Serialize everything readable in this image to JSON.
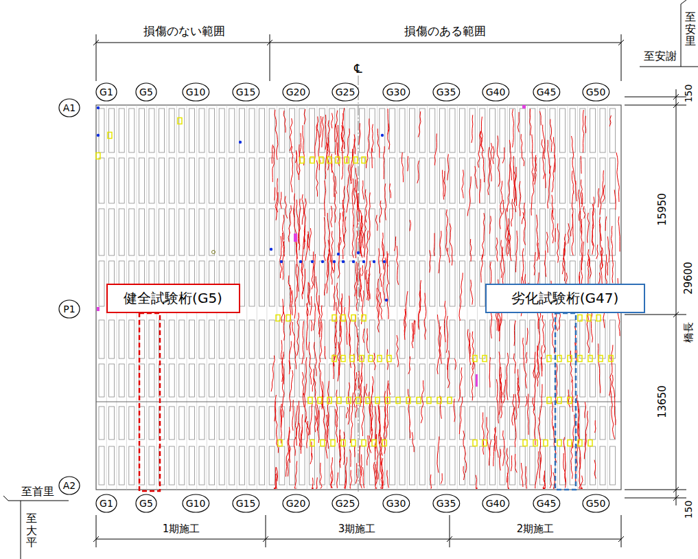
{
  "diagram": {
    "nodes": [
      {
        "text": [
          "G1"
        ]
      },
      {
        "text": [
          "G5"
        ]
      },
      {
        "text": [
          "G10"
        ]
      },
      {
        "text": [
          "G15"
        ]
      },
      {
        "text": [
          "G20"
        ]
      },
      {
        "text": [
          "G25"
        ]
      },
      {
        "text": [
          "G30"
        ]
      },
      {
        "text": [
          "G35"
        ]
      },
      {
        "text": [
          "G40"
        ]
      },
      {
        "text": [
          "G45"
        ]
      },
      {
        "text": [
          "G50"
        ]
      },
      {
        "text": [
          "A1"
        ]
      },
      {
        "text": [
          "健全試験桁(G5)"
        ]
      },
      {
        "text": [
          "劣化試験桁(G47)"
        ]
      },
      {
        "text": [
          "P1"
        ]
      },
      {
        "text": [
          "A2"
        ]
      },
      {
        "text": [
          "G1"
        ]
      },
      {
        "text": [
          "G5"
        ]
      },
      {
        "text": [
          "G10"
        ]
      },
      {
        "text": [
          "G15"
        ]
      },
      {
        "text": [
          "G20"
        ]
      },
      {
        "text": [
          "G25"
        ]
      },
      {
        "text": [
          "G30"
        ]
      },
      {
        "text": [
          "G35"
        ]
      },
      {
        "text": [
          "G40"
        ]
      },
      {
        "text": [
          "G45"
        ]
      },
      {
        "text": [
          "G50"
        ]
      }
    ],
    "labels": [
      "損傷のない範囲",
      "損傷のある範囲",
      "℄",
      "至安里",
      "至安謝",
      "150",
      "15950",
      "29600",
      "橋長",
      "13650",
      "150",
      "至首里",
      "至大平",
      "1期施工",
      "3期施工",
      "2期施工"
    ]
  }
}
